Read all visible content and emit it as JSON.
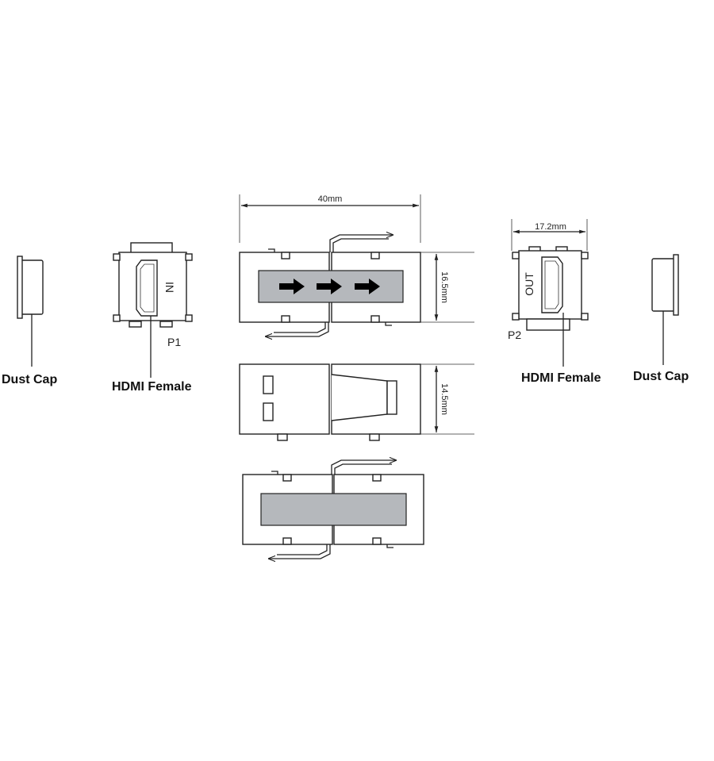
{
  "labels": {
    "dust_cap_left": "Dust Cap",
    "hdmi_female_left": "HDMI Female",
    "port_p1": "P1",
    "port_in_text": "IN",
    "port_p2": "P2",
    "port_out_text": "OUT",
    "hdmi_female_right": "HDMI Female",
    "dust_cap_right": "Dust Cap"
  },
  "dimensions": {
    "length": "40mm",
    "width": "17.2mm",
    "height_top": "16.5mm",
    "height_side": "14.5mm"
  },
  "colors": {
    "line": "#222222",
    "panel_fill": "#b5b8bc",
    "background": "#ffffff"
  }
}
